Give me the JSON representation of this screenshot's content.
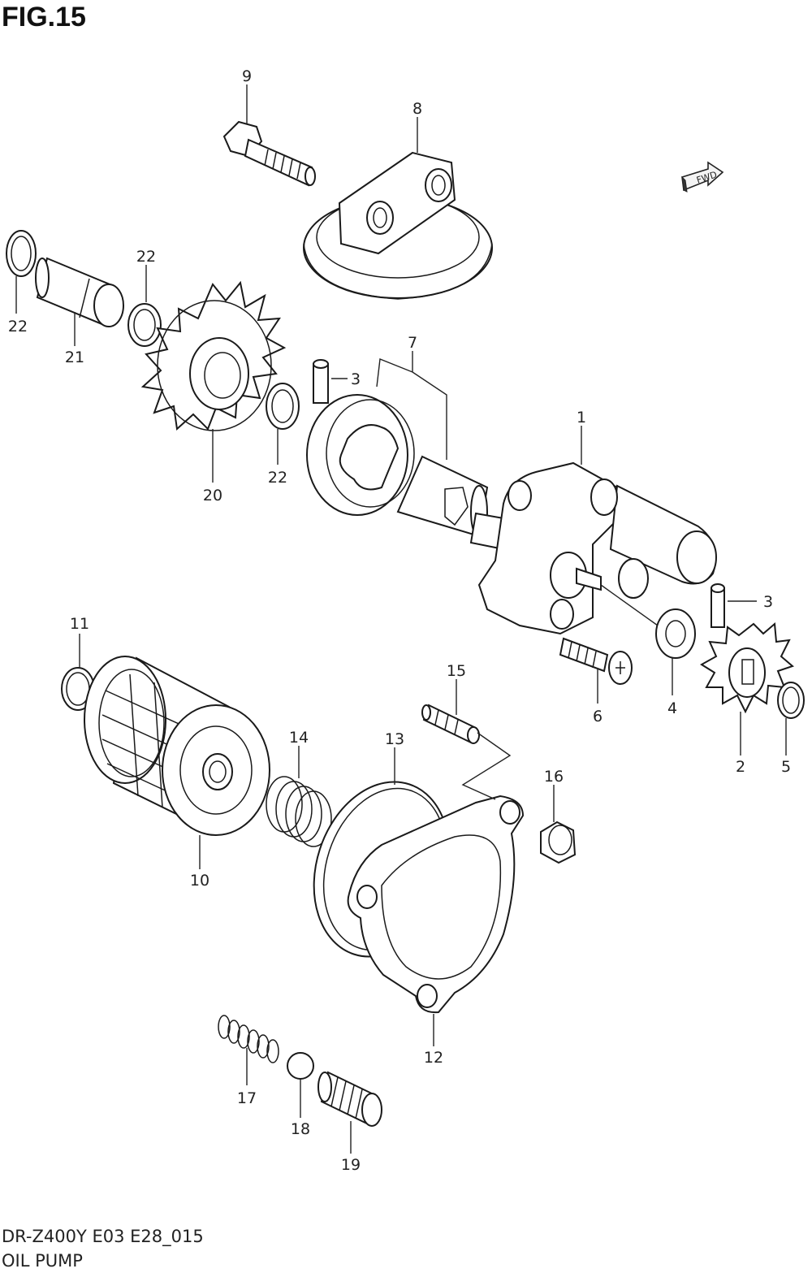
{
  "figure": {
    "title": "FIG.15",
    "model_code": "DR-Z400Y E03 E28_015",
    "assembly_name": "OIL PUMP",
    "fwd_label": "FWD"
  },
  "callouts": {
    "c1": "1",
    "c2": "2",
    "c3a": "3",
    "c3b": "3",
    "c4": "4",
    "c5": "5",
    "c6": "6",
    "c7": "7",
    "c8": "8",
    "c9": "9",
    "c10": "10",
    "c11": "11",
    "c12": "12",
    "c13": "13",
    "c14": "14",
    "c15": "15",
    "c16": "16",
    "c17": "17",
    "c18": "18",
    "c19": "19",
    "c20": "20",
    "c21": "21",
    "c22a": "22",
    "c22b": "22",
    "c22c": "22"
  }
}
